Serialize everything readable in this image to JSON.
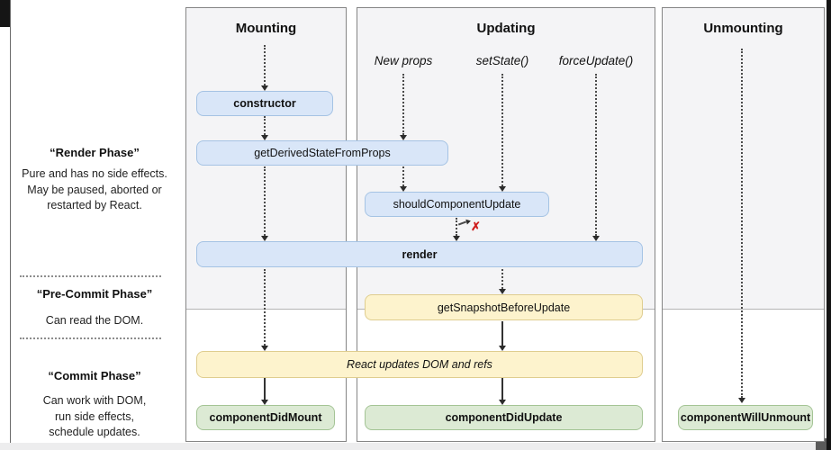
{
  "columns": {
    "mounting": {
      "title": "Mounting"
    },
    "updating": {
      "title": "Updating",
      "triggers": [
        "New props",
        "setState()",
        "forceUpdate()"
      ]
    },
    "unmounting": {
      "title": "Unmounting"
    }
  },
  "sidebar": {
    "render_phase": {
      "title": "“Render Phase”",
      "lines": [
        "Pure and has no side effects.",
        "May be paused, aborted or",
        "restarted by React."
      ]
    },
    "pre_commit_phase": {
      "title": "“Pre-Commit Phase”",
      "lines": [
        "Can read the DOM."
      ]
    },
    "commit_phase": {
      "title": "“Commit Phase”",
      "lines": [
        "Can work with DOM,",
        "run side effects,",
        "schedule updates."
      ]
    }
  },
  "nodes": {
    "constructor": "constructor",
    "get_derived_state_from_props": "getDerivedStateFromProps",
    "should_component_update": "shouldComponentUpdate",
    "render": "render",
    "get_snapshot_before_update": "getSnapshotBeforeUpdate",
    "react_updates_dom": "React updates DOM and refs",
    "component_did_mount": "componentDidMount",
    "component_did_update": "componentDidUpdate",
    "component_will_unmount": "componentWillUnmount"
  },
  "markers": {
    "skip_update": "✗"
  },
  "colors": {
    "blue_fill": "#d9e6f8",
    "blue_border": "#a5c3e4",
    "yellow_fill": "#fdf3cd",
    "yellow_border": "#dfcd8f",
    "green_fill": "#dcead4",
    "green_border": "#a4c495",
    "panel_top_bg": "#f4f4f6",
    "panel_border": "#858585",
    "error_red": "#cf1d1d"
  }
}
